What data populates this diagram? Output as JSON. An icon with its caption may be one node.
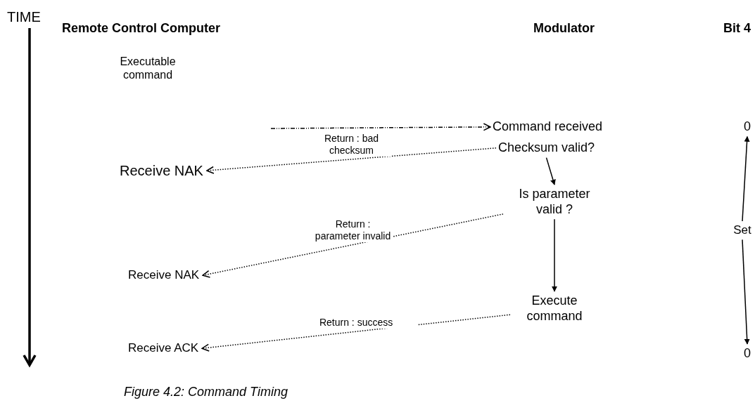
{
  "diagram": {
    "caption": "Figure 4.2: Command Timing",
    "nodes": [
      {
        "text": [
          "Executable command"
        ]
      },
      {
        "text": [
          "Command received"
        ]
      },
      {
        "text": [
          "Checksum valid?"
        ]
      },
      {
        "text": [
          "Receive NAK"
        ]
      },
      {
        "text": [
          "Is parameter valid ?"
        ]
      },
      {
        "text": [
          "Receive NAK"
        ]
      },
      {
        "text": [
          "Execute command"
        ]
      },
      {
        "text": [
          "Receive ACK"
        ]
      },
      {
        "text": [
          "0"
        ]
      },
      {
        "text": [
          "Set"
        ]
      },
      {
        "text": [
          "0"
        ]
      }
    ],
    "edges": [
      {
        "from": null,
        "to": 1,
        "arrow": "to",
        "style": "dashed"
      },
      {
        "from": 2,
        "to": 3,
        "arrow": "to",
        "style": "dashed",
        "label": "Return : bad checksum"
      },
      {
        "from": 2,
        "to": 4,
        "arrow": "to"
      },
      {
        "from": 4,
        "to": 5,
        "arrow": "to",
        "style": "dashed",
        "label": "Return : parameter invalid"
      },
      {
        "from": 4,
        "to": 6,
        "arrow": "to"
      },
      {
        "from": 6,
        "to": 7,
        "arrow": "to",
        "style": "dashed",
        "label": "Return : success"
      },
      {
        "from": 9,
        "to": 8,
        "arrow": "to"
      },
      {
        "from": 9,
        "to": 10,
        "arrow": "to"
      }
    ],
    "labels": [
      "TIME",
      "Remote Control Computer",
      "Modulator",
      "Bit 4"
    ]
  }
}
